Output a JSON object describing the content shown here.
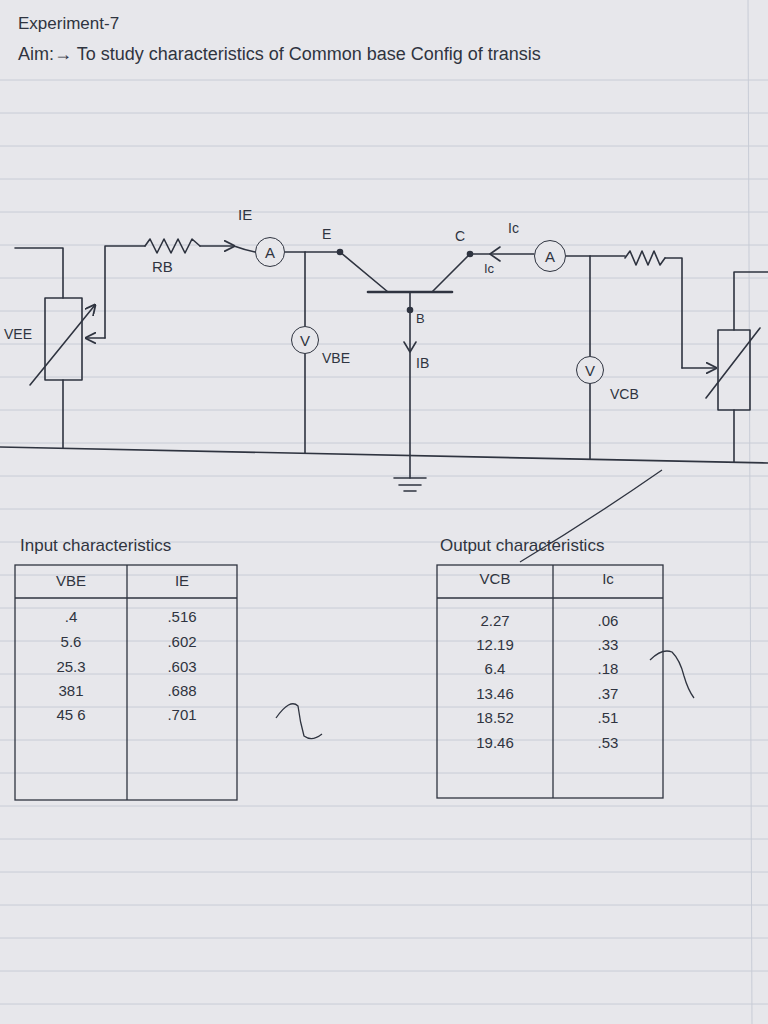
{
  "diagram": {
    "title": "Experiment-7",
    "nodes": [
      {
        "text": [
          "A"
        ]
      },
      {
        "text": [
          "A"
        ]
      },
      {
        "text": [
          "V"
        ]
      },
      {
        "text": [
          "V"
        ]
      }
    ],
    "edges": [
      {
        "from": 0,
        "to": 2,
        "arrow": "none"
      },
      {
        "from": 1,
        "to": 3,
        "arrow": "none"
      }
    ],
    "labels": [
      "Aim:→ To study characteristics of Common base Config of transis",
      "IE",
      "RB",
      "E",
      "C",
      "Ic",
      "Ic",
      "VEE",
      "VBE",
      "B",
      "IB",
      "VCB",
      "Input characteristics",
      "VBE",
      "IE",
      ".4",
      ".516",
      "5.6",
      ".602",
      "25.3",
      ".603",
      "381",
      ".688",
      "45 6",
      ".701",
      "Output characteristics",
      "VCB",
      "Ic",
      "2.27",
      ".06",
      "12.19",
      ".33",
      "6.4",
      ".18",
      "13.46",
      ".37",
      "18.52",
      ".51",
      "19.46",
      ".53"
    ]
  }
}
